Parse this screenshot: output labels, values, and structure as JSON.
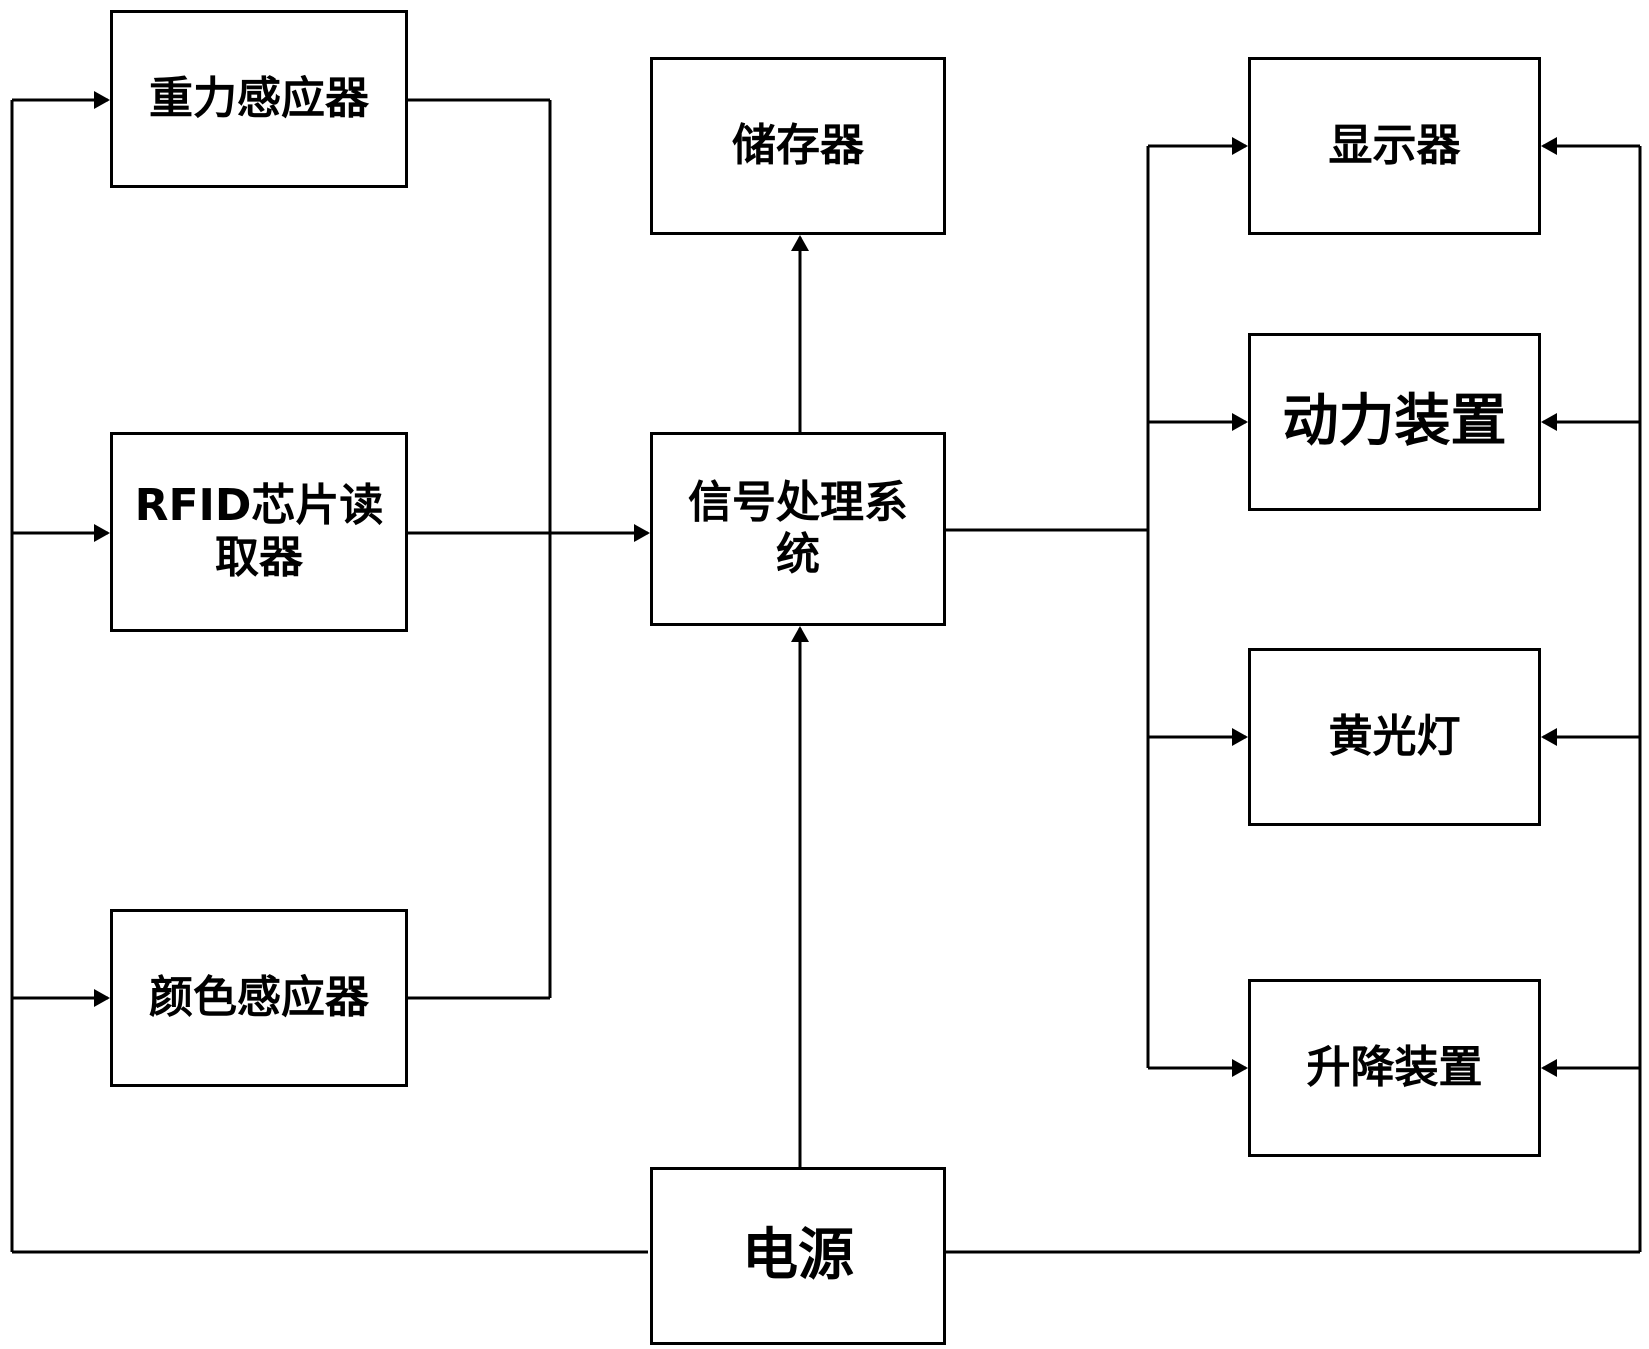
{
  "nodes": {
    "gravity_sensor": "重力感应器",
    "rfid_reader": "RFID芯片读取器",
    "color_sensor": "颜色感应器",
    "storage": "储存器",
    "signal_processing": "信号处理系统",
    "power_supply": "电源",
    "display": "显示器",
    "power_device": "动力装置",
    "yellow_light": "黄光灯",
    "lifting_device": "升降装置"
  },
  "edges": [
    {
      "from": "gravity_sensor",
      "to": "signal_processing"
    },
    {
      "from": "rfid_reader",
      "to": "signal_processing"
    },
    {
      "from": "color_sensor",
      "to": "signal_processing"
    },
    {
      "from": "signal_processing",
      "to": "storage"
    },
    {
      "from": "signal_processing",
      "to": "display"
    },
    {
      "from": "signal_processing",
      "to": "power_device"
    },
    {
      "from": "signal_processing",
      "to": "yellow_light"
    },
    {
      "from": "signal_processing",
      "to": "lifting_device"
    },
    {
      "from": "power_supply",
      "to": "signal_processing"
    },
    {
      "from": "power_supply",
      "to": "gravity_sensor"
    },
    {
      "from": "power_supply",
      "to": "rfid_reader"
    },
    {
      "from": "power_supply",
      "to": "color_sensor"
    },
    {
      "from": "power_supply",
      "to": "display"
    },
    {
      "from": "power_supply",
      "to": "power_device"
    },
    {
      "from": "power_supply",
      "to": "yellow_light"
    },
    {
      "from": "power_supply",
      "to": "lifting_device"
    }
  ]
}
